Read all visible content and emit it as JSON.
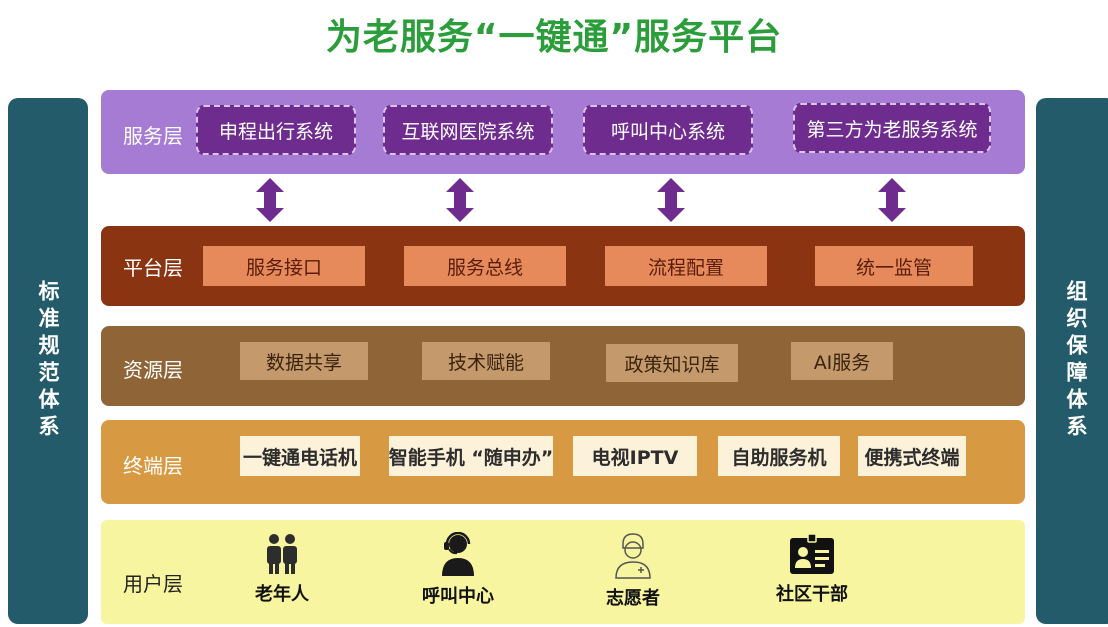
{
  "title": "为老服务“一键通”服务平台",
  "left_side": "标准规范体系",
  "right_side": "组织保障体系",
  "colors": {
    "title": "#2b9d3a",
    "side": "#235b6b",
    "service": "#a67bd3",
    "platform": "#8b3411",
    "resource": "#8f6538",
    "terminal": "#d79a42",
    "user": "#f8f5a0",
    "arrow": "#6e2c8e"
  },
  "layers": {
    "service": {
      "name": "服务层",
      "items": [
        "申程出行系统",
        "互联网医院系统",
        "呼叫中心系统",
        "第三方为老服务系统"
      ]
    },
    "platform": {
      "name": "平台层",
      "items": [
        "服务接口",
        "服务总线",
        "流程配置",
        "统一监管"
      ]
    },
    "resource": {
      "name": "资源层",
      "items": [
        "数据共享",
        "技术赋能",
        "政策知识库",
        "AI服务"
      ]
    },
    "terminal": {
      "name": "终端层",
      "items": [
        "一键通电话机",
        "智能手机 “随申办”",
        "电视IPTV",
        "自助服务机",
        "便携式终端"
      ]
    },
    "user": {
      "name": "用户层",
      "items": [
        {
          "label": "老年人",
          "icon": "elderly-icon"
        },
        {
          "label": "呼叫中心",
          "icon": "call-center-icon"
        },
        {
          "label": "志愿者",
          "icon": "volunteer-icon"
        },
        {
          "label": "社区干部",
          "icon": "id-card-icon"
        }
      ]
    }
  }
}
